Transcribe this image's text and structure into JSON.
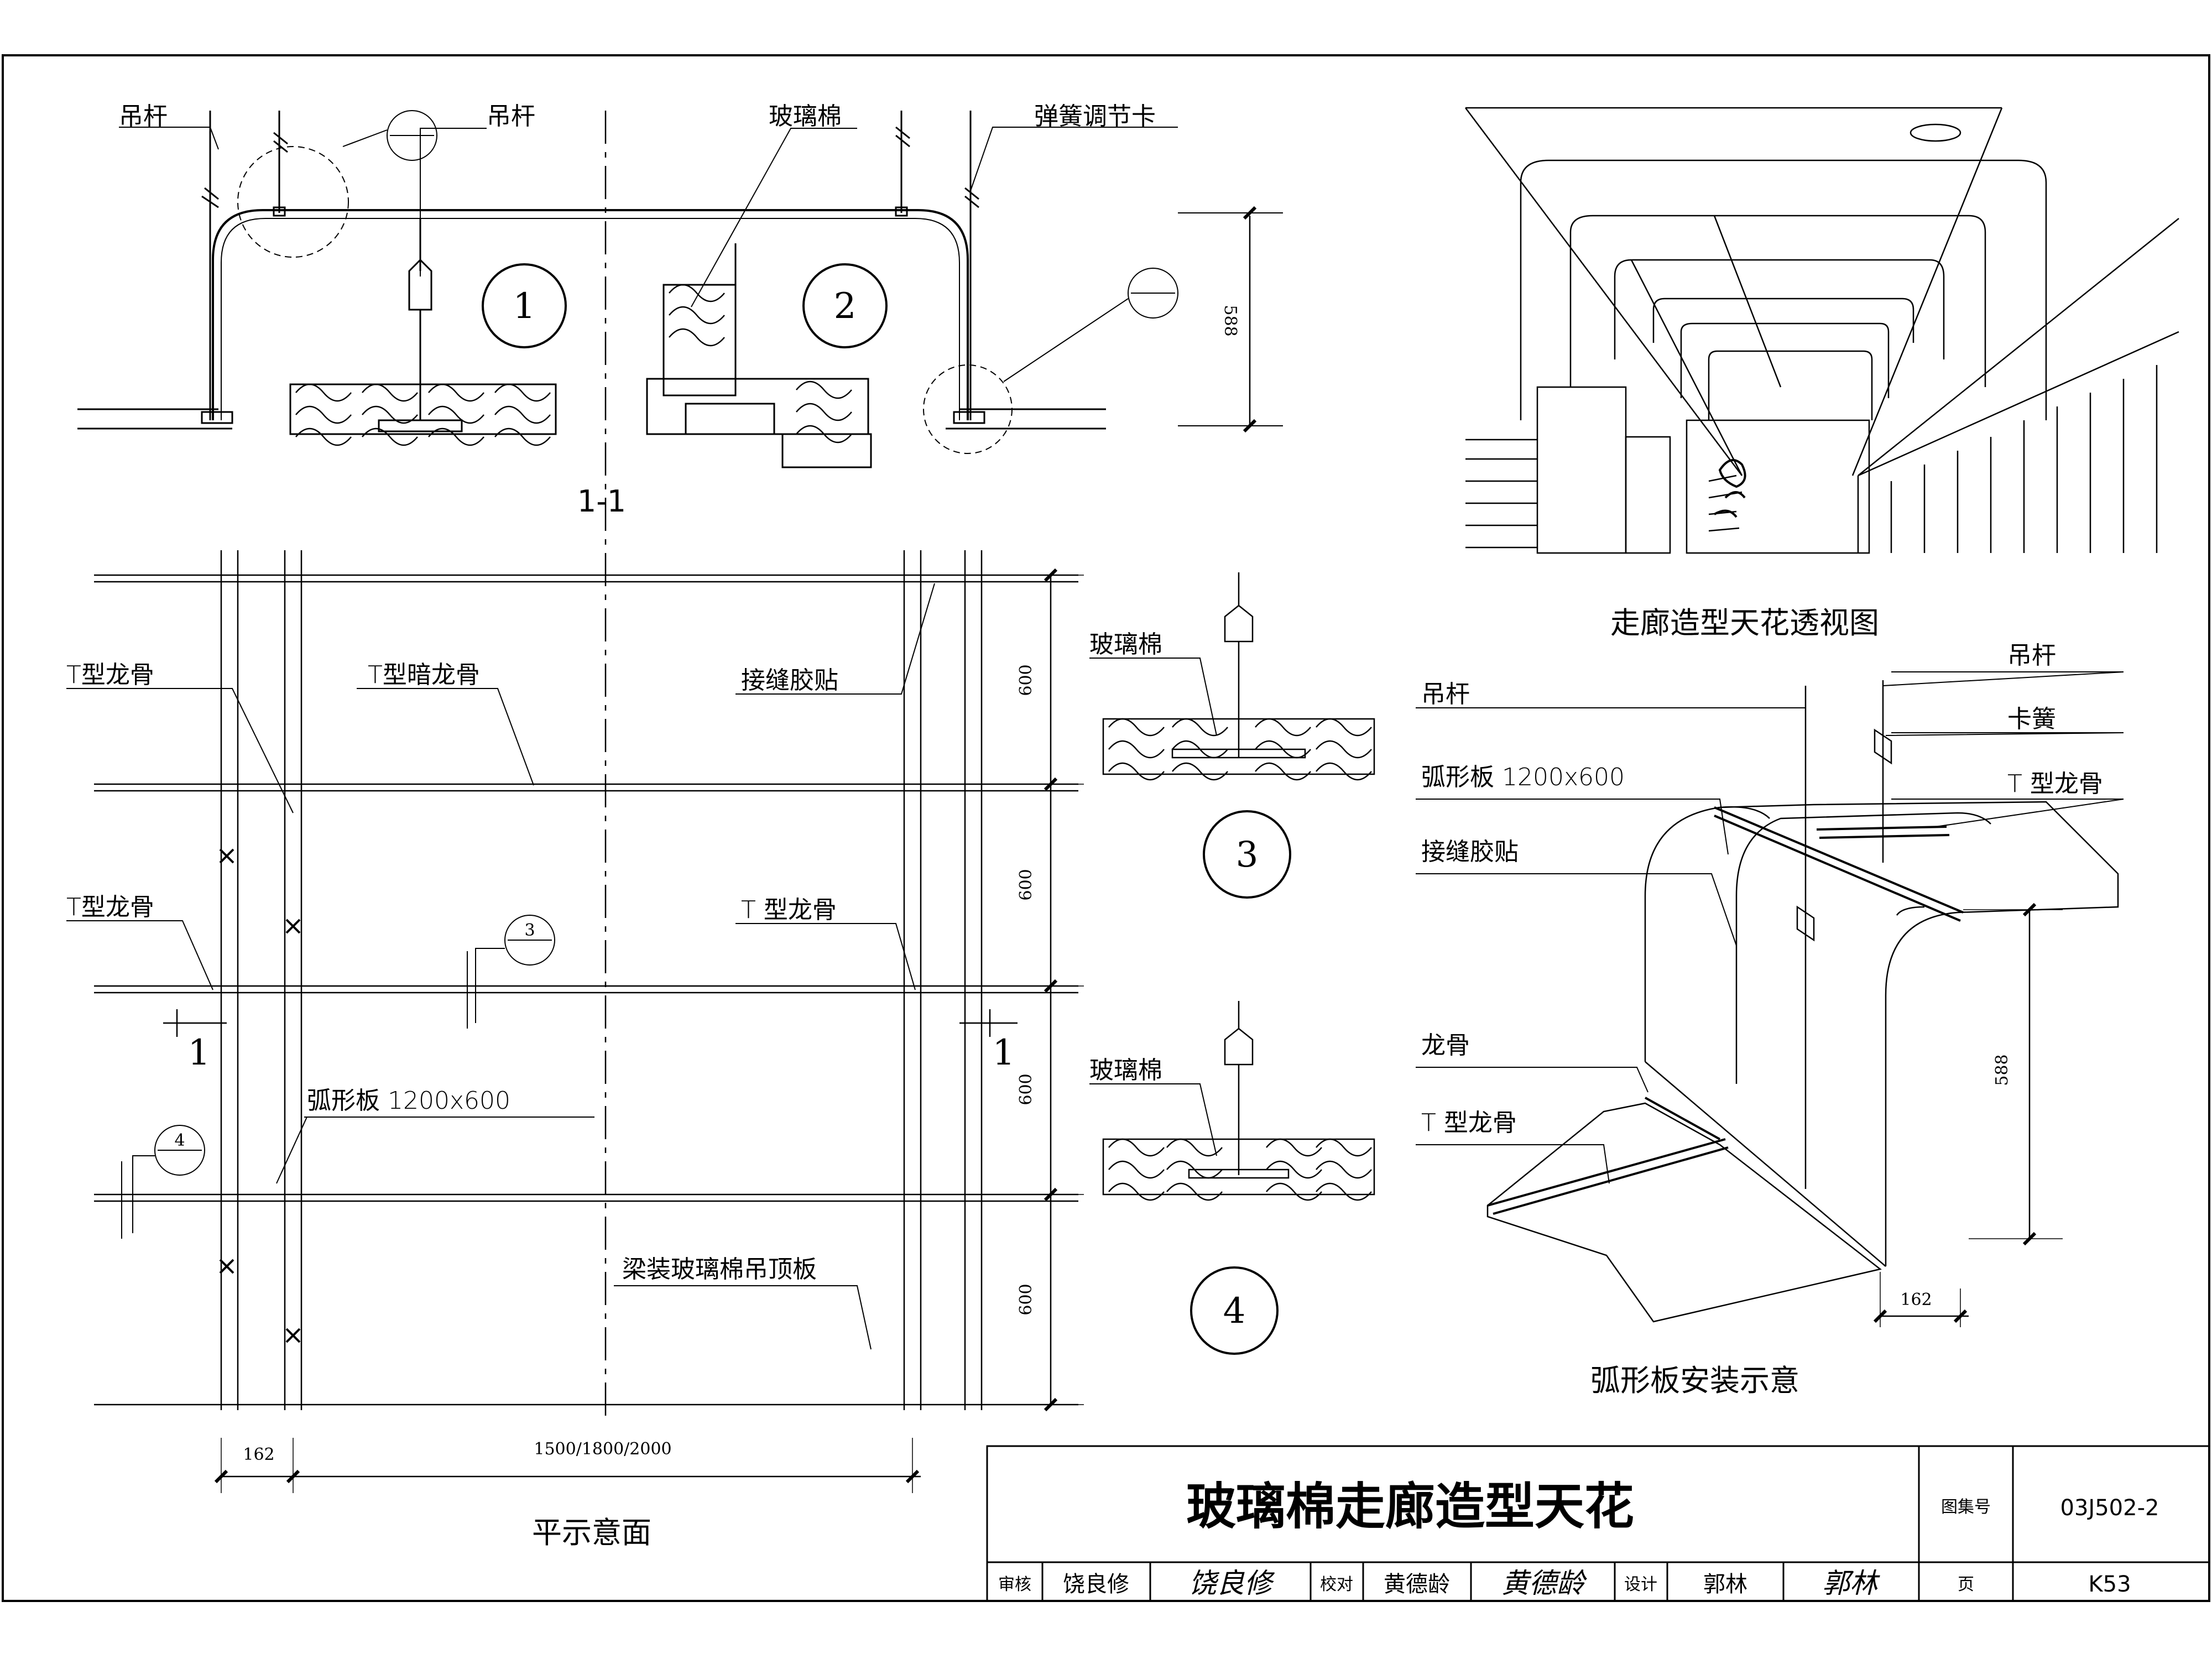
{
  "section": {
    "title": "1-1",
    "labels": {
      "hanger_left": "吊杆",
      "hanger_mid": "吊杆",
      "glass_wool": "玻璃棉",
      "spring_clip": "弹簧调节卡"
    },
    "detail_1": "1",
    "detail_2": "2",
    "dim_588": "588"
  },
  "perspective": {
    "caption": "走廊造型天花透视图"
  },
  "plan": {
    "caption": "平示意面",
    "labels": {
      "t_keel_1": "T型龙骨",
      "t_hidden_keel": "T型暗龙骨",
      "seam_tape": "接缝胶贴",
      "t_keel_2": "T型龙骨",
      "t_keel_3": "T 型龙骨",
      "arc_panel": "弧形板 1200x600",
      "glass_wool_board": "梁装玻璃棉吊顶板"
    },
    "section_mark": "1",
    "dims": {
      "row": "600",
      "w162": "162",
      "span": "1500/1800/2000"
    },
    "callout_3": "3",
    "callout_4": "4"
  },
  "details": {
    "glass_wool_a": "玻璃棉",
    "glass_wool_b": "玻璃棉",
    "num_3": "3",
    "num_4": "4"
  },
  "install": {
    "caption": "弧形板安装示意",
    "labels": {
      "hanger_a": "吊杆",
      "hanger_b": "吊杆",
      "clip": "卡簧",
      "arc_panel": "弧形板  1200x600",
      "t_keel_top": "T 型龙骨",
      "seam_tape": "接缝胶贴",
      "keel": "龙骨",
      "t_keel_bottom": "T 型龙骨"
    },
    "dim_588": "588",
    "dim_162": "162"
  },
  "title_block": {
    "title": "玻璃棉走廊造型天花",
    "atlas_label": "图集号",
    "atlas_no": "03J502-2",
    "review_label": "审核",
    "reviewer": "饶良修",
    "check_label": "校对",
    "checker": "黄德龄",
    "design_label": "设计",
    "designer": "郭林",
    "page_label": "页",
    "page_no": "K53"
  }
}
